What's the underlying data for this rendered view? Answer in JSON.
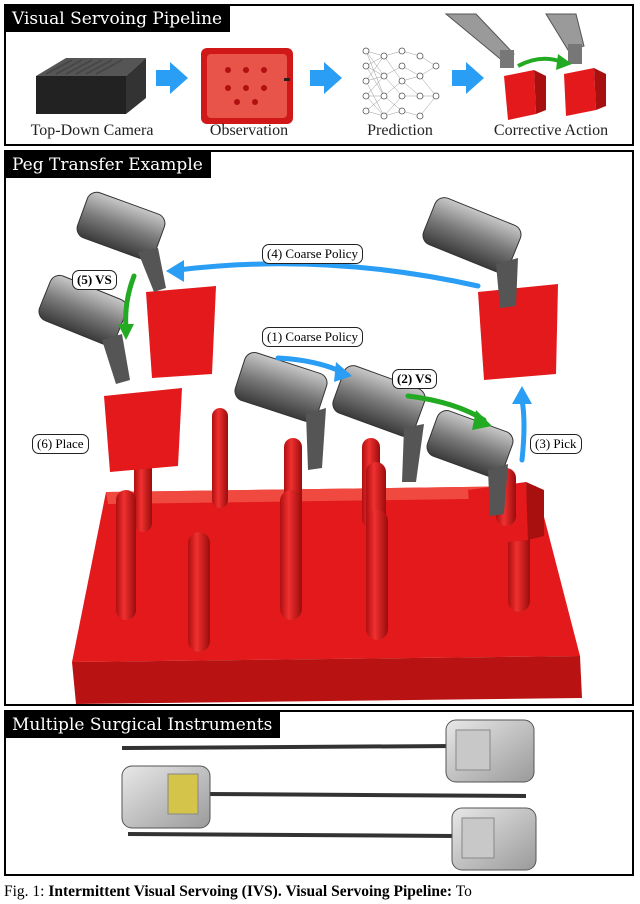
{
  "panels": {
    "pipeline": {
      "title": "Visual Servoing Pipeline",
      "steps": [
        "Top-Down Camera",
        "Observation",
        "Prediction",
        "Corrective Action"
      ]
    },
    "peg": {
      "title": "Peg Transfer Example",
      "labels": {
        "coarse1": "(1) Coarse Policy",
        "vs2": "(2) VS",
        "pick3": "(3) Pick",
        "coarse4": "(4) Coarse Policy",
        "vs5": "(5) VS",
        "place6": "(6) Place"
      }
    },
    "instruments": {
      "title": "Multiple Surgical Instruments"
    }
  },
  "caption": {
    "prefix": "Fig. 1: ",
    "bold1": "Intermittent Visual Servoing (IVS).",
    "bold2": "Visual Servoing Pipeline:",
    "rest": " To"
  },
  "colors": {
    "arrow_blue": "#2a9df4",
    "arrow_green": "#22aa22",
    "peg_red": "#e3191b",
    "arm_gray": "#8a8a8a"
  }
}
